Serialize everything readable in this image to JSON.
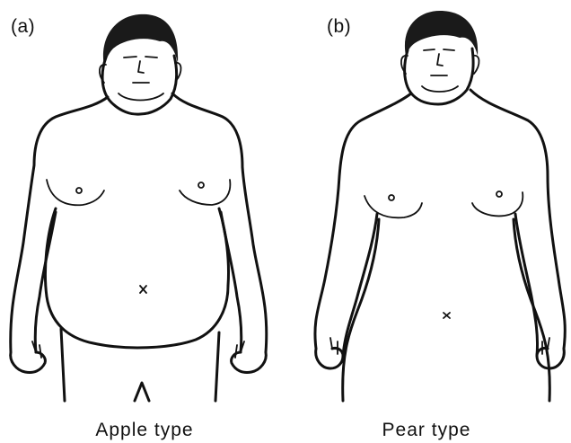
{
  "figures": [
    {
      "id": "a",
      "label": "(a)",
      "caption": "Apple type"
    },
    {
      "id": "b",
      "label": "(b)",
      "caption": "Pear type"
    }
  ]
}
